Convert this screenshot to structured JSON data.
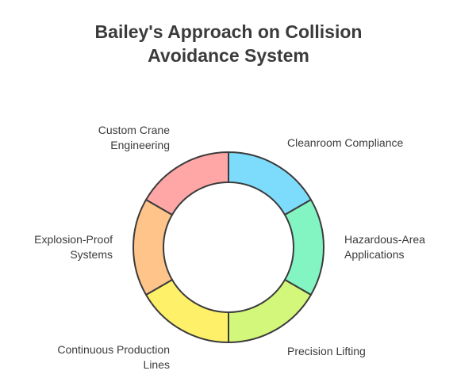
{
  "title": {
    "line1": "Bailey's Approach on Collision",
    "line2": "Avoidance System"
  },
  "segments": [
    {
      "id": "cleanroom",
      "lines": [
        "Cleanroom Compliance"
      ],
      "color": "#7ddcfc"
    },
    {
      "id": "hazardous",
      "lines": [
        "Hazardous-Area",
        "Applications"
      ],
      "color": "#82f5c2"
    },
    {
      "id": "precision",
      "lines": [
        "Precision Lifting"
      ],
      "color": "#d3f77a"
    },
    {
      "id": "continuous",
      "lines": [
        "Continuous Production",
        "Lines"
      ],
      "color": "#fff06a"
    },
    {
      "id": "explosion",
      "lines": [
        "Explosion-Proof",
        "Systems"
      ],
      "color": "#ffc48a"
    },
    {
      "id": "custom",
      "lines": [
        "Custom Crane",
        "Engineering"
      ],
      "color": "#ffa6a6"
    }
  ],
  "stroke_color": "#3b3b3b"
}
